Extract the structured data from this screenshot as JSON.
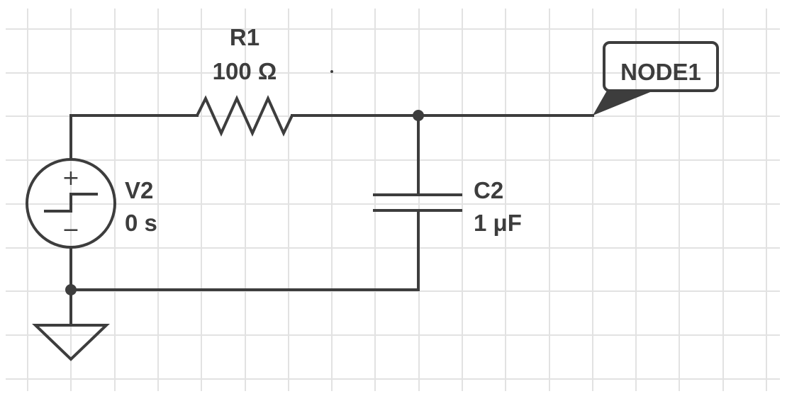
{
  "components": {
    "resistor": {
      "ref": "R1",
      "value": "100 Ω"
    },
    "capacitor": {
      "ref": "C2",
      "value": "1 μF"
    },
    "source": {
      "ref": "V2",
      "value": "0 s",
      "plus": "+",
      "minus": "−"
    }
  },
  "net_label": {
    "name": "NODE1"
  },
  "colors": {
    "wire": "#3d3d3d",
    "grid": "#e2e2e2",
    "background": "#ffffff"
  }
}
